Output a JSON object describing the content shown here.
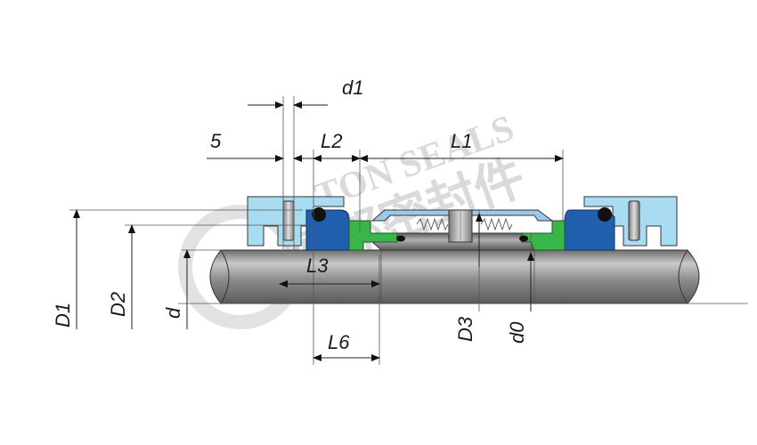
{
  "diagram": {
    "watermark": {
      "brand": "TON SEALS",
      "chinese": "德邦密封件"
    },
    "labels": {
      "d1": "d1",
      "five": "5",
      "L2": "L2",
      "L1": "L1",
      "L3": "L3",
      "L6": "L6",
      "D1": "D1",
      "D2": "D2",
      "d": "d",
      "D3": "D3",
      "d0": "d0"
    },
    "colors": {
      "gland": "#a9dcf3",
      "seat": "#1f5fae",
      "face": "#3ab54a",
      "shaft": "#8a8a8a",
      "sleeve": "#6d6d6d",
      "oring": "#111111",
      "pin": "#9e9e9e"
    },
    "parts": [
      "gland",
      "stationary-seat",
      "seal-face",
      "shaft",
      "sleeve",
      "spring",
      "set-screw",
      "o-ring",
      "anti-rotation-pin"
    ]
  }
}
